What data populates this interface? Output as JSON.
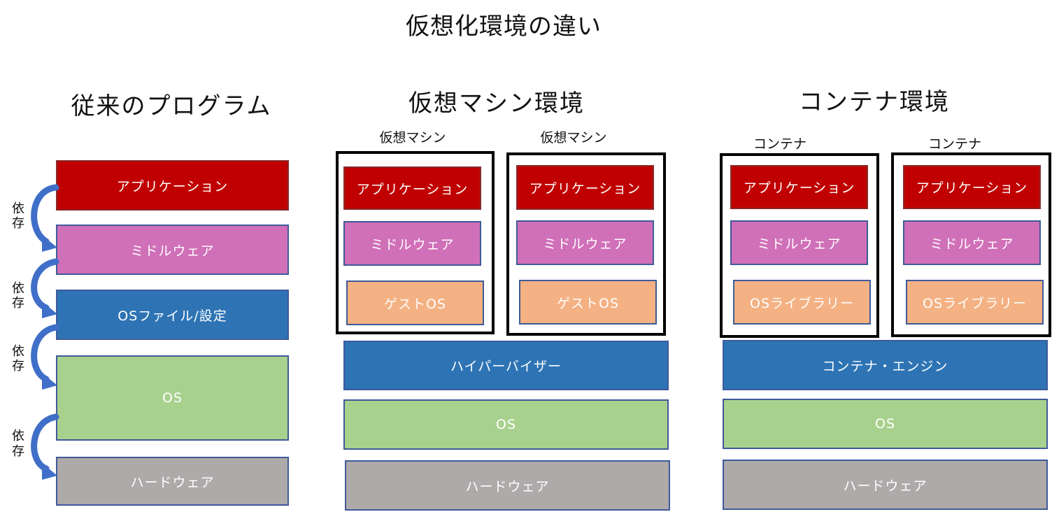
{
  "title": "仮想化環境の違い",
  "dependency_label": [
    "依",
    "存"
  ],
  "columns": {
    "traditional": {
      "heading": "従来のプログラム",
      "layers": {
        "application": "アプリケーション",
        "middleware": "ミドルウェア",
        "os_files": "OSファイル/設定",
        "os": "OS",
        "hardware": "ハードウェア"
      }
    },
    "vm": {
      "heading": "仮想マシン環境",
      "units": [
        {
          "label": "仮想マシン",
          "application": "アプリケーション",
          "middleware": "ミドルウェア",
          "guest_os": "ゲストOS"
        },
        {
          "label": "仮想マシン",
          "application": "アプリケーション",
          "middleware": "ミドルウェア",
          "guest_os": "ゲストOS"
        }
      ],
      "hypervisor": "ハイパーバイザー",
      "os": "OS",
      "hardware": "ハードウェア"
    },
    "container": {
      "heading": "コンテナ環境",
      "units": [
        {
          "label": "コンテナ",
          "application": "アプリケーション",
          "middleware": "ミドルウェア",
          "os_library": "OSライブラリー"
        },
        {
          "label": "コンテナ",
          "application": "アプリケーション",
          "middleware": "ミドルウェア",
          "os_library": "OSライブラリー"
        }
      ],
      "engine": "コンテナ・エンジン",
      "os": "OS",
      "hardware": "ハードウェア"
    }
  },
  "colors": {
    "application": "#c00000",
    "middleware": "#d070b8",
    "os_files": "#2e74b5",
    "os": "#a9d18e",
    "hardware": "#aeaaaa",
    "guest_os": "#f4b183",
    "arrow": "#3f6fc8"
  }
}
